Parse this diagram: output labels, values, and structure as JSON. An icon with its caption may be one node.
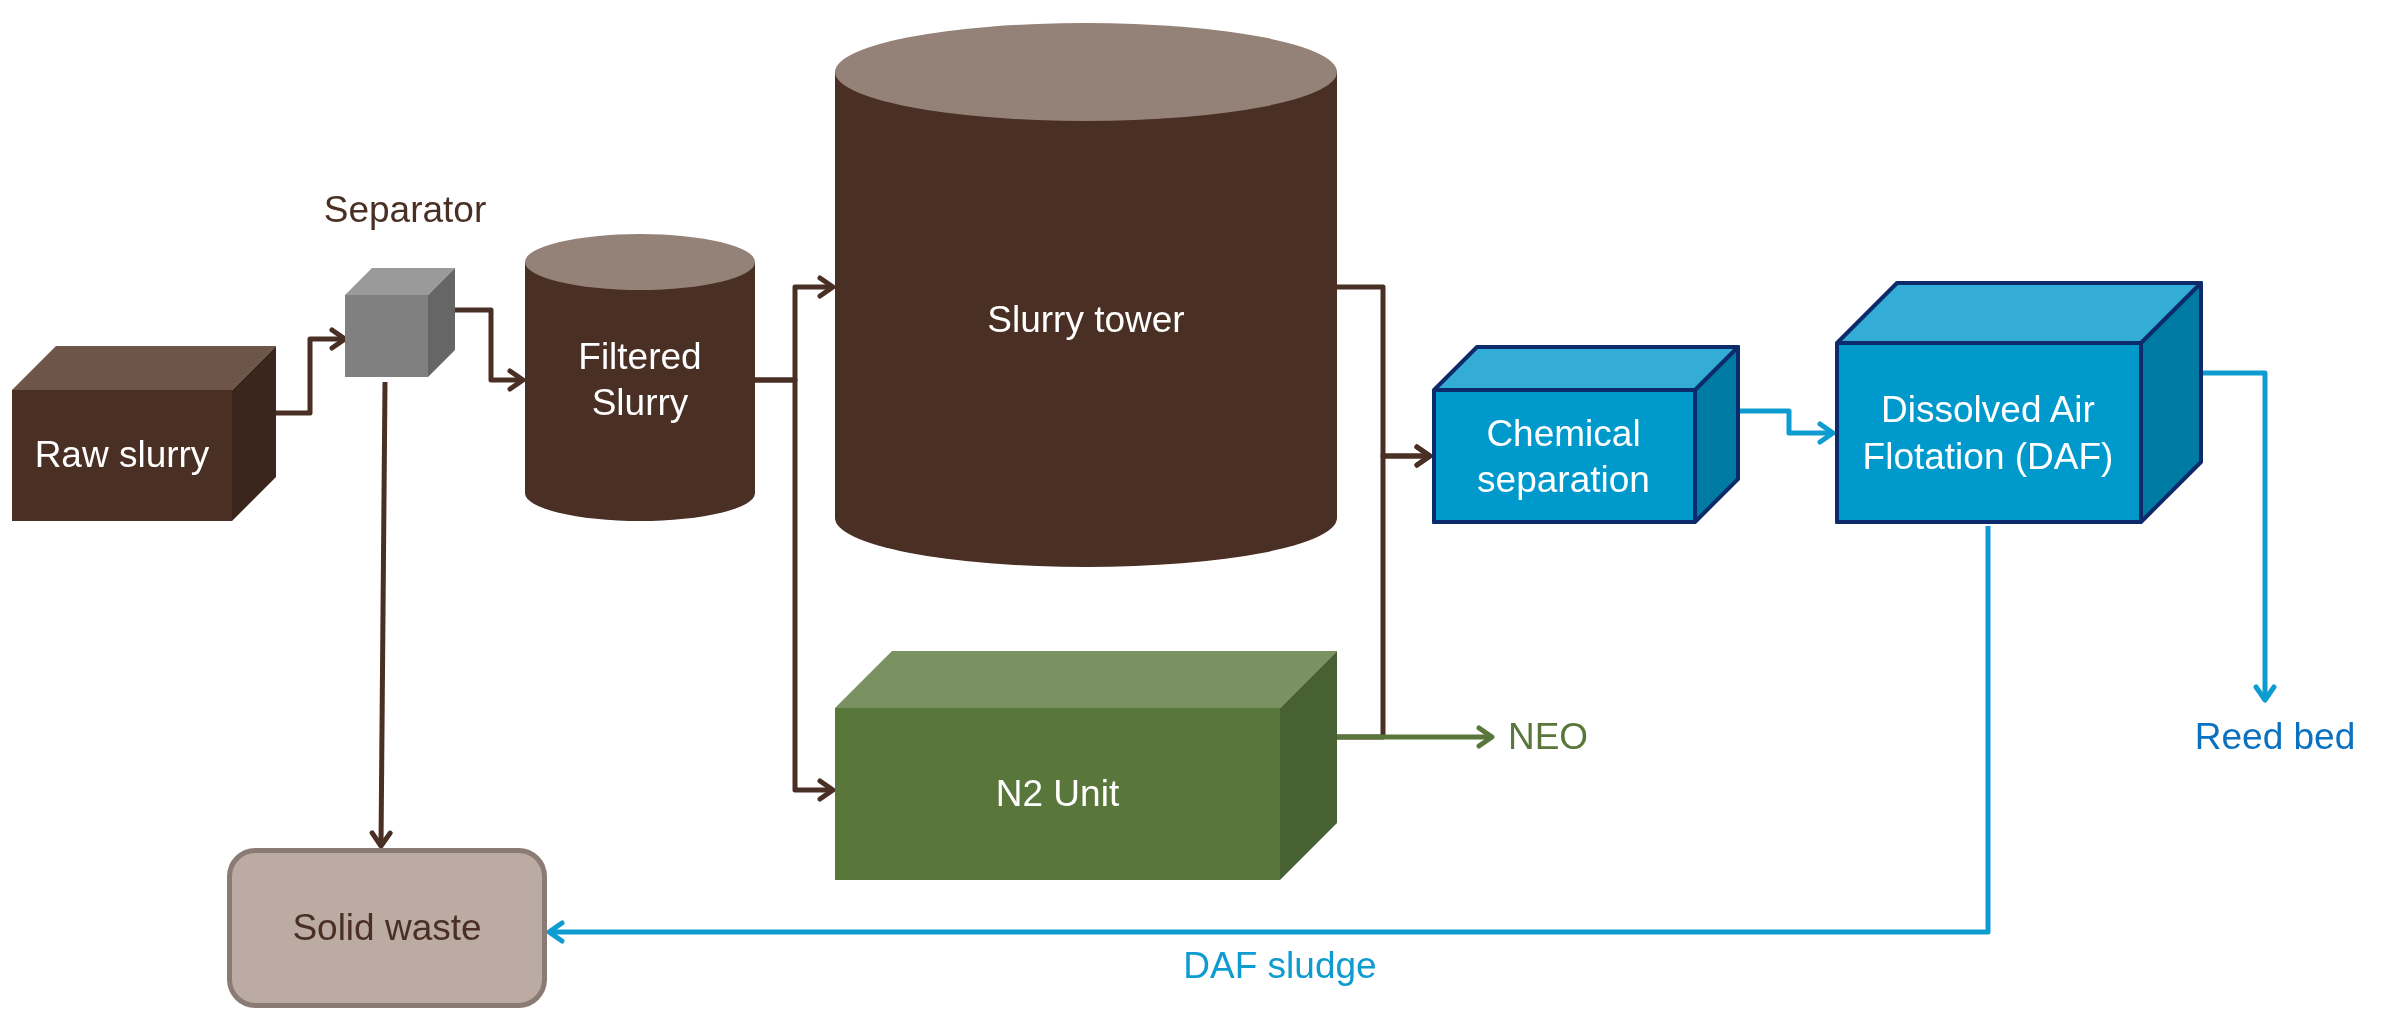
{
  "diagram": {
    "nodes": [
      {
        "text": [
          "Raw slurry"
        ]
      },
      {
        "text": [
          "Separator"
        ]
      },
      {
        "text": [
          "Filtered Slurry"
        ]
      },
      {
        "text": [
          "Slurry tower"
        ]
      },
      {
        "text": [
          "N2 Unit"
        ]
      },
      {
        "text": [
          "Chemical separation"
        ]
      },
      {
        "text": [
          "Dissolved Air Flotation (DAF)"
        ]
      },
      {
        "text": [
          "Reed bed"
        ]
      },
      {
        "text": [
          "NEO"
        ]
      },
      {
        "text": [
          "Solid waste"
        ]
      }
    ],
    "edges": [
      {
        "from": 0,
        "to": 1,
        "arrow": "to"
      },
      {
        "from": 1,
        "to": 2,
        "arrow": "to"
      },
      {
        "from": 1,
        "to": 9,
        "arrow": "to"
      },
      {
        "from": 2,
        "to": 3,
        "arrow": "to"
      },
      {
        "from": 2,
        "to": 4,
        "arrow": "to"
      },
      {
        "from": 3,
        "to": 5,
        "arrow": "to"
      },
      {
        "from": 4,
        "to": 5,
        "arrow": "to"
      },
      {
        "from": 4,
        "to": 8,
        "arrow": "to",
        "color": "#5a773b"
      },
      {
        "from": 5,
        "to": 6,
        "arrow": "to",
        "color": "#0e9bd0"
      },
      {
        "from": 6,
        "to": 7,
        "arrow": "to",
        "color": "#0e9bd0"
      },
      {
        "from": 6,
        "to": 9,
        "arrow": "to",
        "color": "#0e9bd0",
        "label": "DAF sludge"
      }
    ]
  }
}
